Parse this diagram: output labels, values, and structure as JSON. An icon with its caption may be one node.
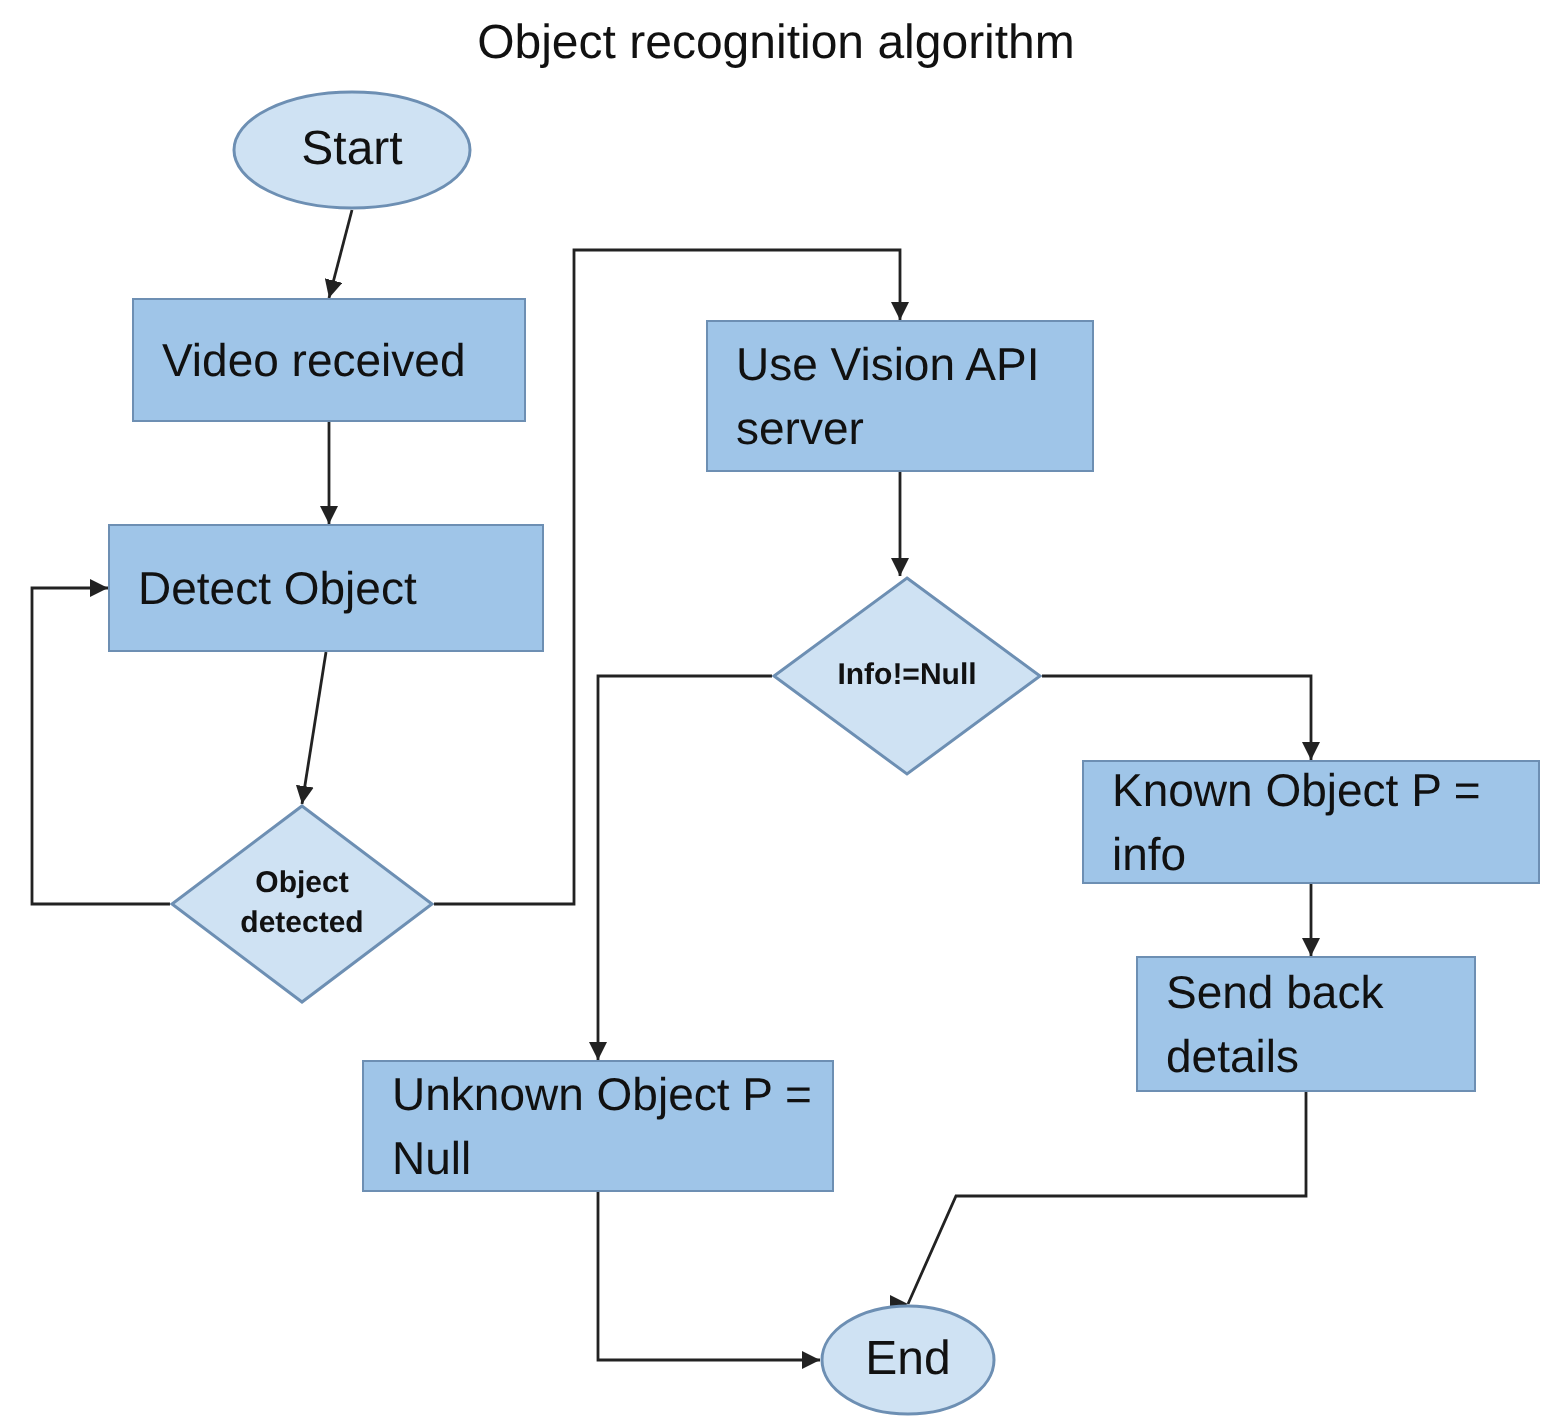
{
  "diagram": {
    "title": "Object recognition algorithm",
    "nodes": [
      {
        "text": [
          "Start"
        ]
      },
      {
        "text": [
          "Video received"
        ]
      },
      {
        "text": [
          "Detect Object"
        ]
      },
      {
        "text": [
          "Object detected"
        ]
      },
      {
        "text": [
          "Use Vision API server"
        ]
      },
      {
        "text": [
          "Info!=Null"
        ]
      },
      {
        "text": [
          "Known Object P = info"
        ]
      },
      {
        "text": [
          "Send back details"
        ]
      },
      {
        "text": [
          "Unknown Object P = Null"
        ]
      },
      {
        "text": [
          "End"
        ]
      }
    ],
    "edges": [
      {
        "from": 0,
        "to": 1,
        "arrow": "to"
      },
      {
        "from": 1,
        "to": 2,
        "arrow": "to"
      },
      {
        "from": 2,
        "to": 3,
        "arrow": "to"
      },
      {
        "from": 3,
        "to": 2,
        "arrow": "to"
      },
      {
        "from": 3,
        "to": 4,
        "arrow": "to"
      },
      {
        "from": 4,
        "to": 5,
        "arrow": "to"
      },
      {
        "from": 5,
        "to": 8,
        "arrow": "to"
      },
      {
        "from": 5,
        "to": 6,
        "arrow": "to"
      },
      {
        "from": 6,
        "to": 7,
        "arrow": "to"
      },
      {
        "from": 8,
        "to": 9,
        "arrow": "to"
      },
      {
        "from": 7,
        "to": 9,
        "arrow": "to"
      }
    ]
  }
}
